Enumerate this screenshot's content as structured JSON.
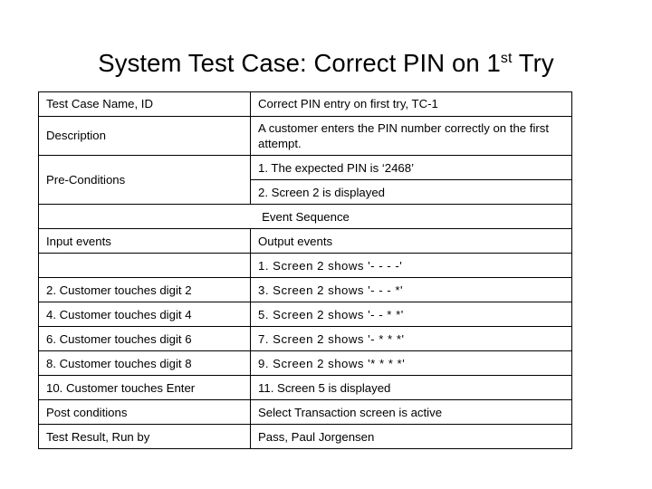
{
  "slide": {
    "title_prefix": "System Test Case: Correct PIN on 1",
    "title_sup": "st",
    "title_suffix": " Try"
  },
  "table": {
    "rows": [
      {
        "id": "test-case-name",
        "label": "Test Case Name, ID",
        "value": "Correct PIN entry on first try, TC-1"
      },
      {
        "id": "description",
        "label": "Description",
        "value": "A customer enters the PIN number correctly on the first attempt."
      },
      {
        "id": "pre-condition-1",
        "label": "",
        "value": "1. The expected PIN is ‘2468’"
      },
      {
        "id": "pre-condition-2",
        "label": "Pre-Conditions",
        "value": "2. Screen 2 is displayed"
      },
      {
        "id": "event-sequence-header",
        "label": "Event Sequence",
        "value": ""
      },
      {
        "id": "events-column-headers",
        "label": "Input events",
        "value": "Output events"
      },
      {
        "id": "event-step-1",
        "label": "",
        "value": "1. Screen 2 shows '- - - -'"
      },
      {
        "id": "event-step-2",
        "label": "2. Customer touches digit 2",
        "value": "3. Screen 2 shows '- - - *'"
      },
      {
        "id": "event-step-4",
        "label": "4. Customer touches digit 4",
        "value": "5. Screen 2 shows '- - * *'"
      },
      {
        "id": "event-step-6",
        "label": "6. Customer touches digit 6",
        "value": "7. Screen 2 shows '- * * *'"
      },
      {
        "id": "event-step-8",
        "label": "8. Customer touches digit 8",
        "value": "9. Screen 2 shows '* * * *'"
      },
      {
        "id": "event-step-10",
        "label": "10. Customer touches Enter",
        "value": "11. Screen 5 is displayed"
      },
      {
        "id": "post-conditions",
        "label": "Post conditions",
        "value": " Select Transaction screen is active"
      },
      {
        "id": "test-result",
        "label": "Test Result, Run by",
        "value": "Pass, Paul Jorgensen"
      }
    ]
  }
}
